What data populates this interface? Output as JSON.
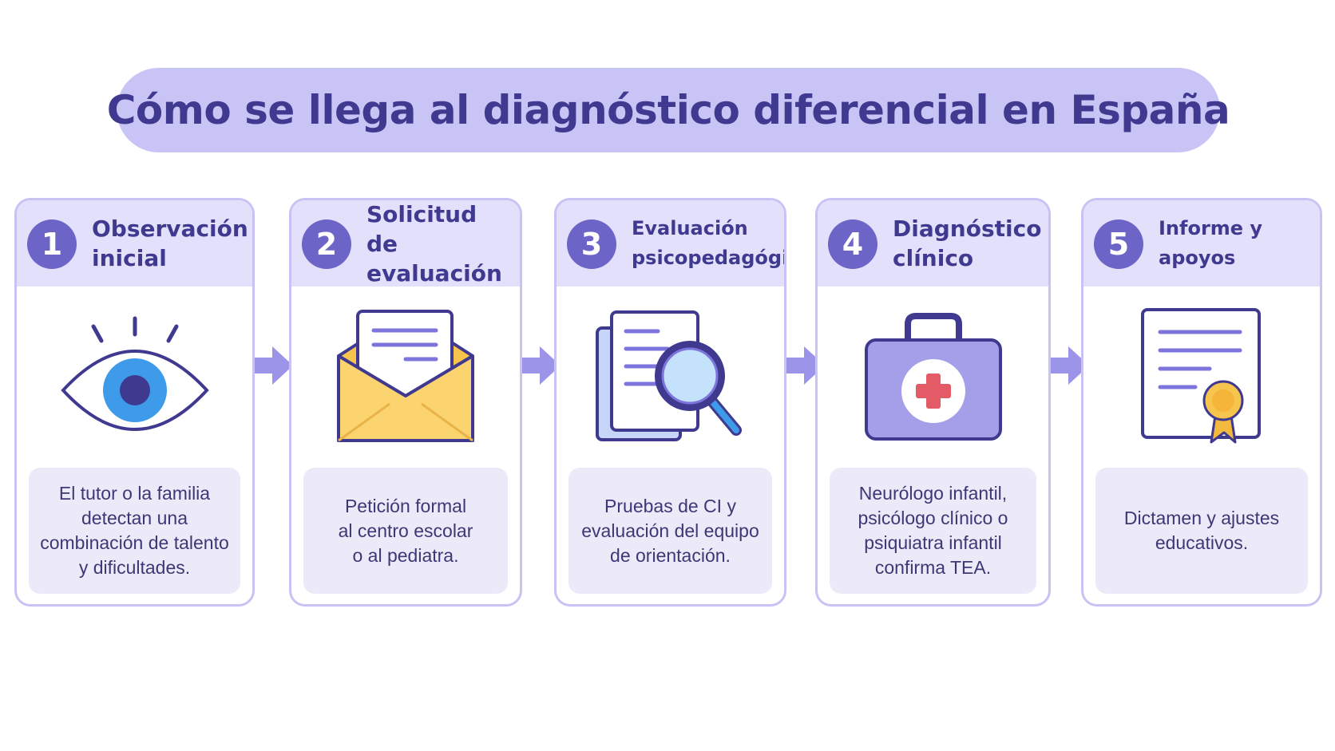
{
  "title": "Cómo se llega al diagnóstico diferencial en España",
  "colors": {
    "title_bg": "#c9c4f6",
    "title_text": "#3f3a8f",
    "card_border": "#c8c3f4",
    "card_header_bg": "#e3e0fb",
    "number_circle": "#6d64c7",
    "description_bg": "#eceaf8",
    "arrow": "#9c94e8"
  },
  "steps": [
    {
      "number": "1",
      "title": "Observación\ninicial",
      "icon": "eye-icon",
      "description": "El tutor o la familia\ndetectan una\ncombinación de talento\ny dificultades."
    },
    {
      "number": "2",
      "title": "Solicitud de\nevaluación",
      "icon": "envelope-letter-icon",
      "description": "Petición formal\nal centro escolar\no al pediatra."
    },
    {
      "number": "3",
      "title": "Evaluación\npsicopedagógica",
      "icon": "documents-magnifier-icon",
      "description": "Pruebas de CI y\nevaluación del equipo\nde orientación."
    },
    {
      "number": "4",
      "title": "Diagnóstico\nclínico",
      "icon": "medical-kit-icon",
      "description": "Neurólogo infantil,\npsicólogo clínico o\npsiquiatra infantil\nconfirma TEA."
    },
    {
      "number": "5",
      "title": "Informe y apoyos",
      "icon": "certificate-icon",
      "description": "Dictamen y ajustes\neducativos."
    }
  ]
}
